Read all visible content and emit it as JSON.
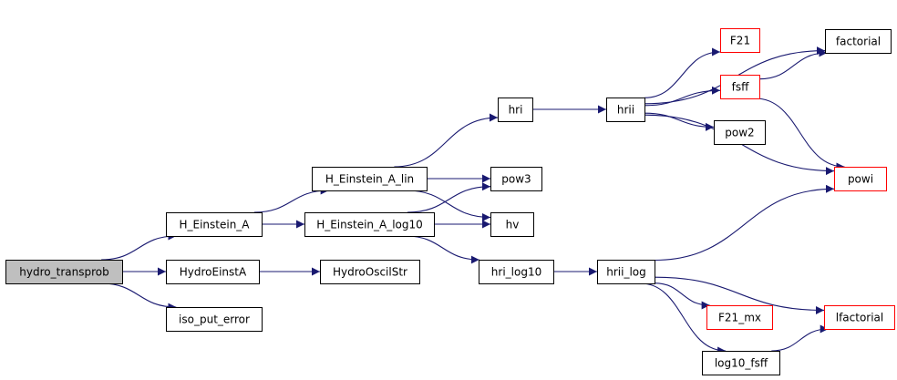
{
  "diagram": {
    "colors": {
      "edge": "#191970",
      "normal_border": "#000000",
      "truncated_border": "#ff0000",
      "root_fill": "#bfbfbf",
      "node_fill": "#ffffff"
    },
    "nodes": {
      "hydro_transprob": {
        "label": "hydro_transprob",
        "kind": "root"
      },
      "h_einstein_a": {
        "label": "H_Einstein_A",
        "kind": "normal"
      },
      "hydroeinsta": {
        "label": "HydroEinstA",
        "kind": "normal"
      },
      "iso_put_error": {
        "label": "iso_put_error",
        "kind": "normal"
      },
      "h_einstein_a_lin": {
        "label": "H_Einstein_A_lin",
        "kind": "normal"
      },
      "h_einstein_a_log10": {
        "label": "H_Einstein_A_log10",
        "kind": "normal"
      },
      "hydrooscilstr": {
        "label": "HydroOscilStr",
        "kind": "normal"
      },
      "hri": {
        "label": "hri",
        "kind": "normal"
      },
      "pow3": {
        "label": "pow3",
        "kind": "normal"
      },
      "hv": {
        "label": "hv",
        "kind": "normal"
      },
      "hri_log10": {
        "label": "hri_log10",
        "kind": "normal"
      },
      "hrii": {
        "label": "hrii",
        "kind": "normal"
      },
      "hrii_log": {
        "label": "hrii_log",
        "kind": "normal"
      },
      "f21": {
        "label": "F21",
        "kind": "truncated"
      },
      "fsff": {
        "label": "fsff",
        "kind": "truncated"
      },
      "pow2": {
        "label": "pow2",
        "kind": "normal"
      },
      "f21_mx": {
        "label": "F21_mx",
        "kind": "truncated"
      },
      "log10_fsff": {
        "label": "log10_fsff",
        "kind": "normal"
      },
      "factorial": {
        "label": "factorial",
        "kind": "normal"
      },
      "powi": {
        "label": "powi",
        "kind": "truncated"
      },
      "lfactorial": {
        "label": "lfactorial",
        "kind": "truncated"
      }
    },
    "edges": [
      [
        "hydro_transprob",
        "h_einstein_a"
      ],
      [
        "hydro_transprob",
        "hydroeinsta"
      ],
      [
        "hydro_transprob",
        "iso_put_error"
      ],
      [
        "h_einstein_a",
        "h_einstein_a_lin"
      ],
      [
        "h_einstein_a",
        "h_einstein_a_log10"
      ],
      [
        "hydroeinsta",
        "hydrooscilstr"
      ],
      [
        "h_einstein_a_lin",
        "hri"
      ],
      [
        "h_einstein_a_lin",
        "pow3"
      ],
      [
        "h_einstein_a_lin",
        "hv"
      ],
      [
        "h_einstein_a_log10",
        "pow3"
      ],
      [
        "h_einstein_a_log10",
        "hv"
      ],
      [
        "h_einstein_a_log10",
        "hri_log10"
      ],
      [
        "hri",
        "hrii"
      ],
      [
        "hri_log10",
        "hrii_log"
      ],
      [
        "hrii",
        "factorial"
      ],
      [
        "hrii",
        "f21"
      ],
      [
        "hrii",
        "fsff"
      ],
      [
        "hrii",
        "pow2"
      ],
      [
        "hrii",
        "powi"
      ],
      [
        "fsff",
        "factorial"
      ],
      [
        "fsff",
        "powi"
      ],
      [
        "hrii_log",
        "powi"
      ],
      [
        "hrii_log",
        "f21_mx"
      ],
      [
        "hrii_log",
        "lfactorial"
      ],
      [
        "hrii_log",
        "log10_fsff"
      ],
      [
        "log10_fsff",
        "lfactorial"
      ]
    ]
  }
}
